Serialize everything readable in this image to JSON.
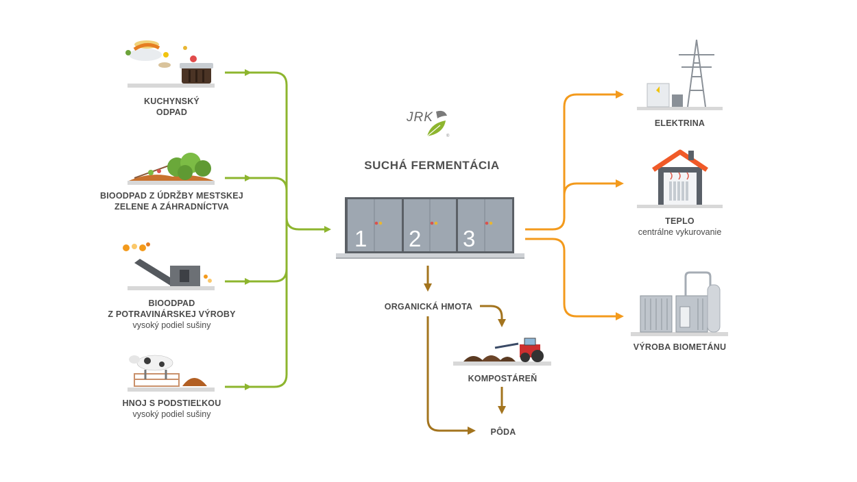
{
  "title": "SUCHÁ FERMENTÁCIA",
  "logo": {
    "text": "JRK",
    "registered": "®",
    "leaf_color": "#8db52e"
  },
  "colors": {
    "input_arrow": "#8db52e",
    "output_arrow": "#f39a1c",
    "organic_arrow": "#a3741e",
    "text": "#4a4a4a",
    "shelf": "#d8d8d8"
  },
  "inputs": [
    {
      "line1": "KUCHYNSKÝ",
      "line2": "ODPAD",
      "sub": ""
    },
    {
      "line1": "BIOODPAD Z ÚDRŽBY MESTSKEJ",
      "line2": "ZELENE A ZÁHRADNÍCTVA",
      "sub": ""
    },
    {
      "line1": "BIOODPAD",
      "line2": "Z POTRAVINÁRSKEJ VÝROBY",
      "sub": "vysoký podiel sušiny"
    },
    {
      "line1": "HNOJ S PODSTIEĽKOU",
      "line2": "",
      "sub": "vysoký podiel sušiny"
    }
  ],
  "fermenter_modules": [
    "1",
    "2",
    "3"
  ],
  "outputs": [
    {
      "label": "ELEKTRINA",
      "sub": ""
    },
    {
      "label": "TEPLO",
      "sub": "centrálne vykurovanie"
    },
    {
      "label": "VÝROBA BIOMETÁNU",
      "sub": ""
    }
  ],
  "organic": {
    "label": "ORGANICKÁ HMOTA",
    "compost": "KOMPOSTÁREŇ",
    "soil": "PÔDA"
  }
}
